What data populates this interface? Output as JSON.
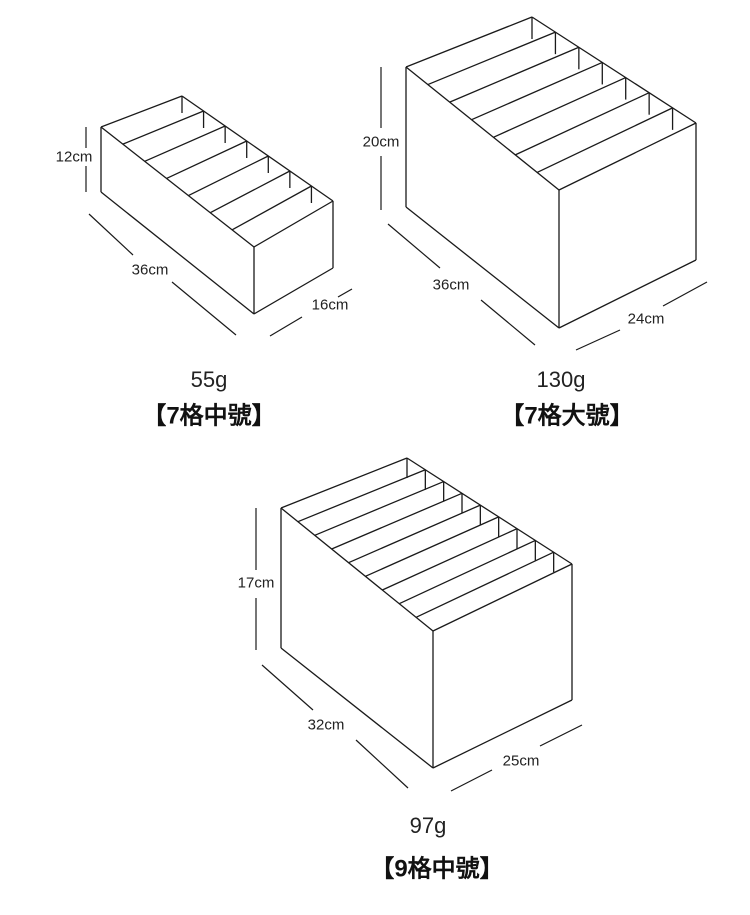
{
  "products": [
    {
      "compartments": 7,
      "height_label": "12cm",
      "length_label": "36cm",
      "width_label": "16cm",
      "weight": "55g",
      "name": "【7格中號】"
    },
    {
      "compartments": 7,
      "height_label": "20cm",
      "length_label": "36cm",
      "width_label": "24cm",
      "weight": "130g",
      "name": "【7格大號】"
    },
    {
      "compartments": 9,
      "height_label": "17cm",
      "length_label": "32cm",
      "width_label": "25cm",
      "weight": "97g",
      "name": "【9格中號】"
    }
  ],
  "colors": {
    "line": "#1a1a1a"
  }
}
